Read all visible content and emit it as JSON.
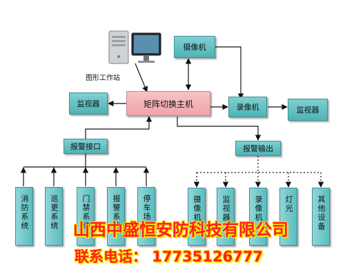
{
  "workstation": {
    "label": "图形工作站"
  },
  "nodes": {
    "matrix_host": "矩阵切换主机",
    "monitor_left": "监视器",
    "camera": "摄像机",
    "recorder": "录像机",
    "monitor_right": "监视器",
    "alarm_input": "报警接口",
    "alarm_output": "报警输出"
  },
  "inputs": [
    "消防系统",
    "巡更系统",
    "门禁系统",
    "报警系统",
    "停车场"
  ],
  "outputs": [
    "摄像机",
    "监视器",
    "录像机",
    "灯光",
    "其他设备"
  ],
  "overlay": {
    "company": "山西中盛恒安防科技有限公司",
    "contact": "联系电话：  17735126777"
  },
  "colors": {
    "teal_box": "#5bbcbf",
    "pink_box": "#eea5ab",
    "overlay_text": "#ff1e1e",
    "overlay_outline": "#ffe600"
  }
}
